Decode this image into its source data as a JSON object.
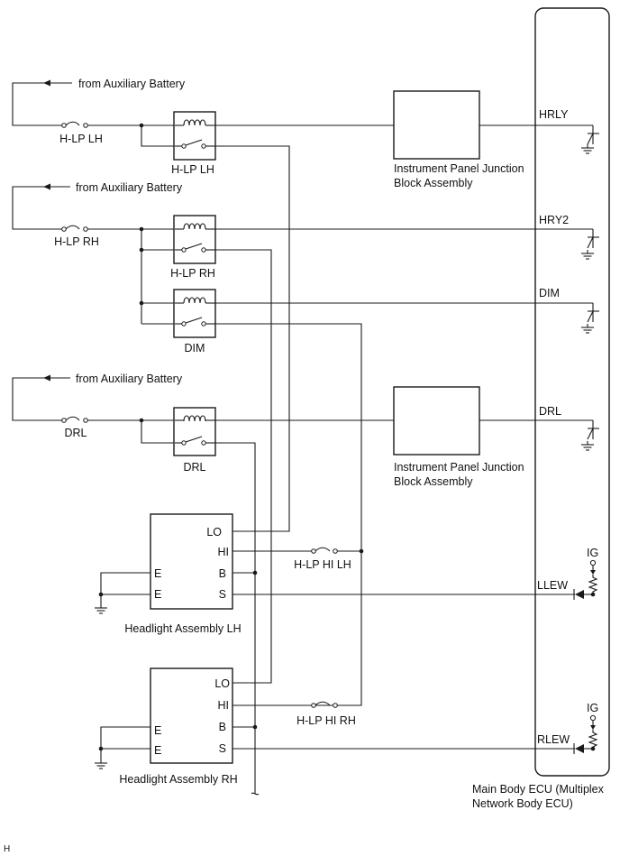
{
  "sources": {
    "hlp_lh": "from Auxiliary Battery",
    "hlp_rh": "from Auxiliary Battery",
    "drl": "from Auxiliary Battery"
  },
  "fuses": {
    "hlp_lh": "H-LP LH",
    "hlp_rh": "H-LP RH",
    "drl": "DRL",
    "hlp_hi_lh": "H-LP HI LH",
    "hlp_hi_rh": "H-LP HI RH"
  },
  "relays": {
    "hlp_lh": "H-LP LH",
    "hlp_rh": "H-LP RH",
    "dim": "DIM",
    "drl": "DRL"
  },
  "junction_blocks": {
    "upper": [
      "Instrument Panel Junction",
      "Block Assembly"
    ],
    "lower": [
      "Instrument Panel Junction",
      "Block Assembly"
    ]
  },
  "ecu": {
    "name": [
      "Main Body ECU (Multiplex",
      "Network Body ECU)"
    ],
    "terminals": {
      "hrly": "HRLY",
      "hry2": "HRY2",
      "dim": "DIM",
      "drl": "DRL",
      "llew": "LLEW",
      "rlew": "RLEW"
    },
    "ig_upper": "IG",
    "ig_lower": "IG"
  },
  "headlights": {
    "lh": {
      "name": "Headlight Assembly LH",
      "pins": {
        "lo": "LO",
        "hi": "HI",
        "b": "B",
        "s": "S",
        "e1": "E",
        "e2": "E"
      }
    },
    "rh": {
      "name": "Headlight Assembly RH",
      "pins": {
        "lo": "LO",
        "hi": "HI",
        "b": "B",
        "s": "S",
        "e1": "E",
        "e2": "E"
      }
    }
  },
  "corner_mark": "H"
}
